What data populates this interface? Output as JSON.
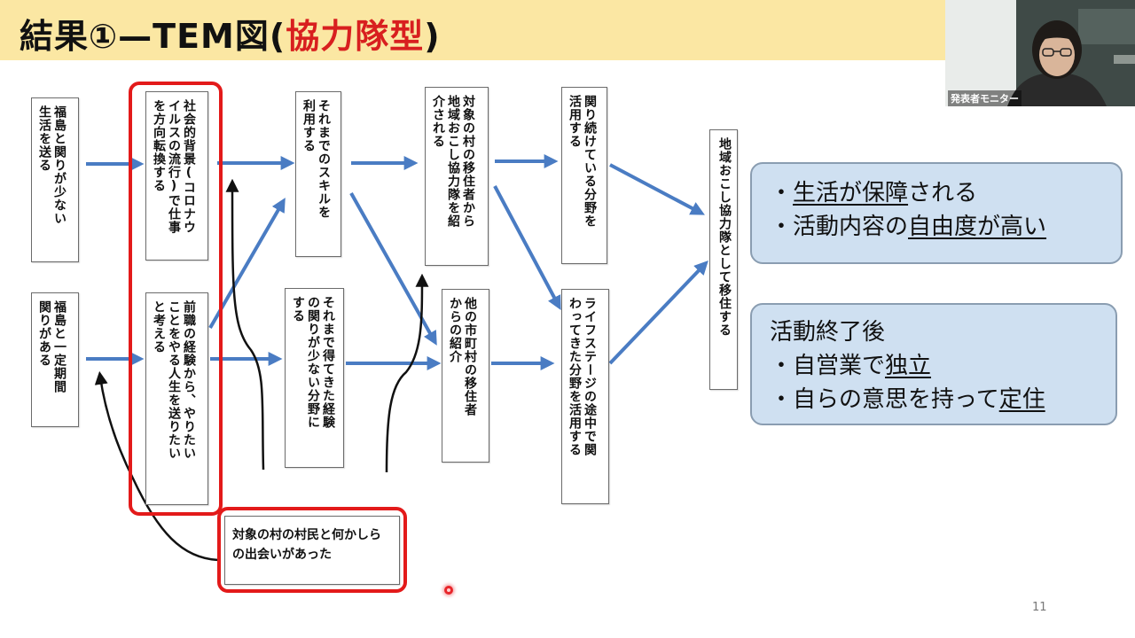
{
  "title": {
    "main": "結果①—TEM図(",
    "accent": "協力隊型",
    "close": ")"
  },
  "nodes": {
    "a1": "福島と関りが少ない\n生活を送る",
    "a2": "福島と一定期間\n関りがある",
    "b1": "社会的背景(コロナウ\nイルスの流行)で仕事\nを方向転換する",
    "b2": "前職の経験から、やりたい\nことをやる人生を送りたい\nと考える",
    "b3": "対象の村の村民と何かしら\nの出会いがあった",
    "c1": "それまでのスキルを\n利用する",
    "c2": "それまで得てきた経験\nの関りが少ない分野に\nする",
    "d1": "対象の村の移住者から\n地域おこし協力隊を紹\n介される",
    "d2": "他の市町村の移住者\nからの紹介",
    "e1": "関り続けている分野を\n活用する",
    "e2": "ライフステージの途中で関\nわってきた分野を活用する",
    "f": "地域おこし協力隊として移住する"
  },
  "result1": {
    "line1": {
      "prefix": "・",
      "u1": "生活",
      "mid": "が",
      "u2": "保障",
      "suffix": "される"
    },
    "line2": {
      "prefix": "・活動内容の",
      "u1": "自由度",
      "mid": "が",
      "u2": "高い"
    }
  },
  "result2": {
    "line1": "活動終了後",
    "line2": {
      "prefix": "・自営業で",
      "u": "独立"
    },
    "line3": {
      "prefix": "・自らの意思を持って",
      "u": "定住"
    }
  },
  "camera": {
    "label": "発表者モニター"
  },
  "page_number": "11",
  "colors": {
    "arrow": "#4a7cc3",
    "highlight": "#e31a1a",
    "title_bg": "#fbe7a3",
    "accent": "#d81f1f",
    "result_bg": "#cfe0f1"
  }
}
